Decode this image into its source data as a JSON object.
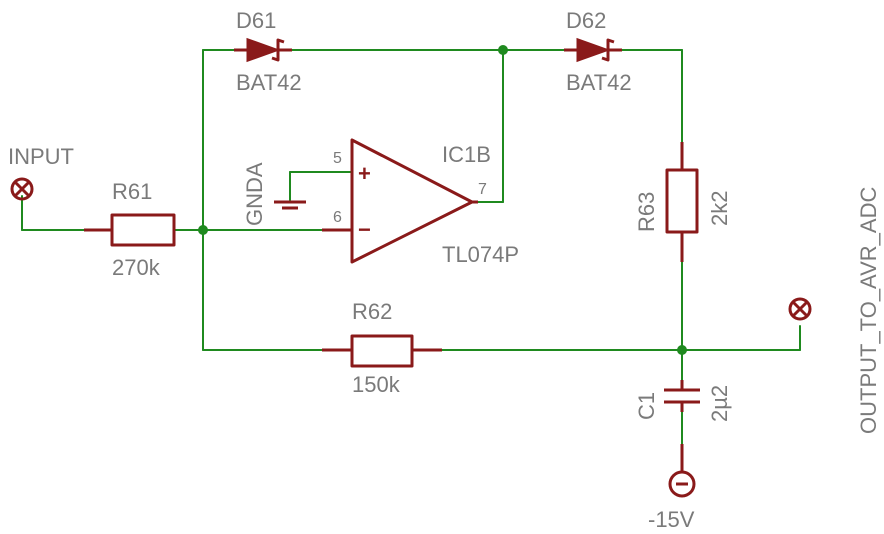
{
  "input_label": "INPUT",
  "output_label": "OUTPUT_TO_AVR_ADC",
  "opamp": {
    "name": "IC1B",
    "value": "TL074P",
    "pin_plus": "5",
    "pin_minus": "6",
    "pin_out": "7",
    "plus_sign": "+",
    "minus_sign": "−"
  },
  "ground": {
    "label": "GNDA"
  },
  "d61": {
    "name": "D61",
    "value": "BAT42"
  },
  "d62": {
    "name": "D62",
    "value": "BAT42"
  },
  "r61": {
    "name": "R61",
    "value": "270k"
  },
  "r62": {
    "name": "R62",
    "value": "150k"
  },
  "r63": {
    "name": "R63",
    "value": "2k2"
  },
  "c1": {
    "name": "C1",
    "value": "2µ2"
  },
  "supply": {
    "label": "-15V"
  },
  "colors": {
    "wire": "#1f8a1f",
    "component": "#8a1a1a",
    "text": "#7a7a7a"
  }
}
